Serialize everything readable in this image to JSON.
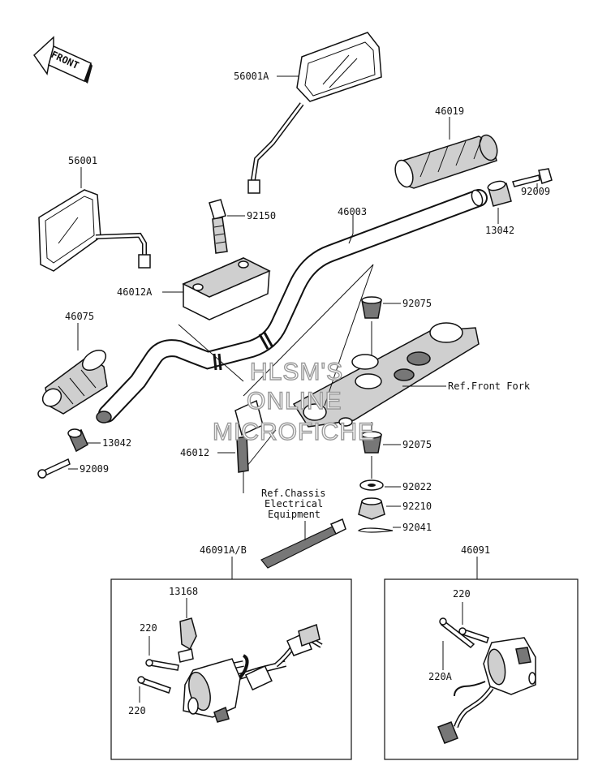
{
  "front_arrow": {
    "text": "FRONT",
    "icon": "front-arrow-icon"
  },
  "watermark": {
    "lines": [
      "HLSM'S",
      "ONLINE",
      "MICROFICHE"
    ]
  },
  "parts": {
    "p56001a": "56001A",
    "p56001": "56001",
    "p46019": "46019",
    "p92009_right": "92009",
    "p13042_right": "13042",
    "p46003": "46003",
    "p92150": "92150",
    "p46012a": "46012A",
    "p92075_top": "92075",
    "p46075": "46075",
    "ref_front_fork": "Ref.Front Fork",
    "p13042_left": "13042",
    "p46012": "46012",
    "p92075_bottom": "92075",
    "p92009_left": "92009",
    "ref_chassis": [
      "Ref.Chassis",
      "Electrical",
      "Equipment"
    ],
    "p92022": "92022",
    "p92210": "92210",
    "p92041": "92041",
    "p46091ab": "46091A/B",
    "p46091": "46091",
    "p13168": "13168",
    "p220_left_top": "220",
    "p220_left_bottom": "220",
    "p220_right": "220",
    "p220a": "220A"
  }
}
